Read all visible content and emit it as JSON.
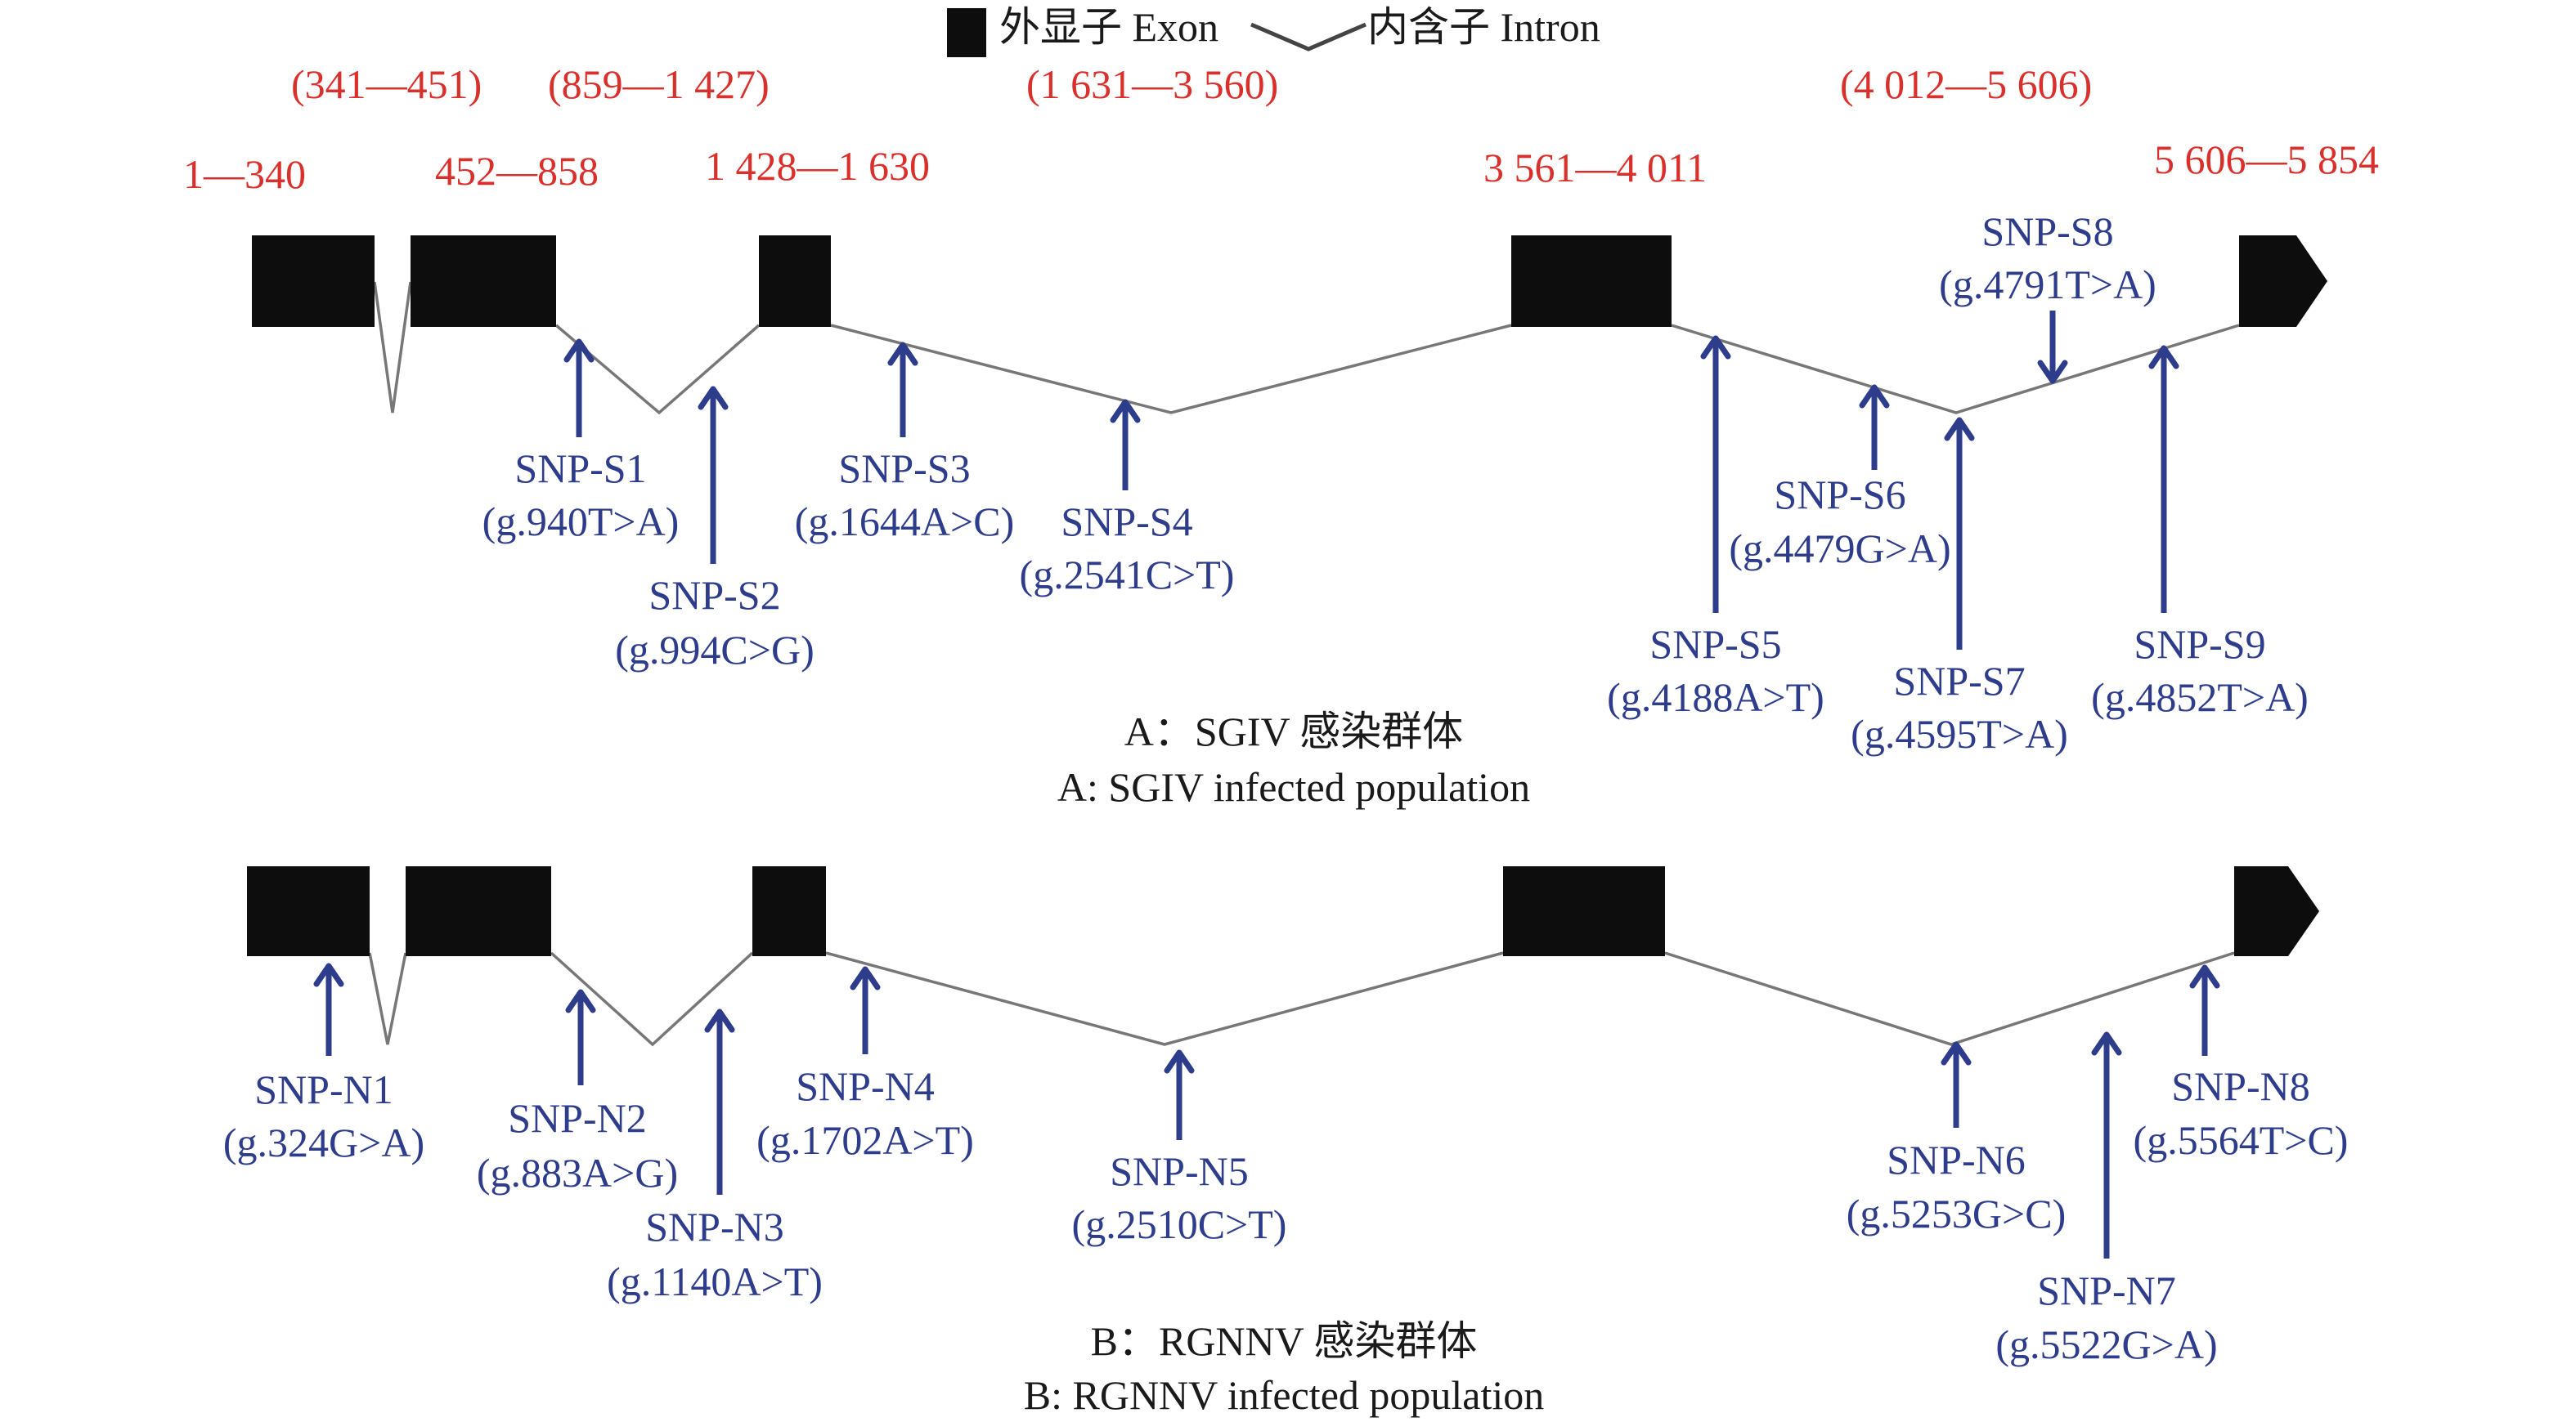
{
  "legend": {
    "exon_label": "外显子 Exon",
    "intron_label": "内含子 Intron"
  },
  "panel_a": {
    "caption_cn": "A：SGIV 感染群体",
    "caption_en": "A: SGIV infected population",
    "intron_ranges": [
      "(341—451)",
      "(859—1 427)",
      "(1 631—3 560)",
      "(4 012—5 606)"
    ],
    "exon_ranges": [
      "1—340",
      "452—858",
      "1 428—1 630",
      "3 561—4 011",
      "5 606—5 854"
    ],
    "snps": [
      {
        "name": "SNP-S1",
        "variant": "(g.940T>A)"
      },
      {
        "name": "SNP-S2",
        "variant": "(g.994C>G)"
      },
      {
        "name": "SNP-S3",
        "variant": "(g.1644A>C)"
      },
      {
        "name": "SNP-S4",
        "variant": "(g.2541C>T)"
      },
      {
        "name": "SNP-S5",
        "variant": "(g.4188A>T)"
      },
      {
        "name": "SNP-S6",
        "variant": "(g.4479G>A)"
      },
      {
        "name": "SNP-S7",
        "variant": "(g.4595T>A)"
      },
      {
        "name": "SNP-S8",
        "variant": "(g.4791T>A)"
      },
      {
        "name": "SNP-S9",
        "variant": "(g.4852T>A)"
      }
    ]
  },
  "panel_b": {
    "caption_cn": "B：RGNNV 感染群体",
    "caption_en": "B: RGNNV infected population",
    "snps": [
      {
        "name": "SNP-N1",
        "variant": "(g.324G>A)"
      },
      {
        "name": "SNP-N2",
        "variant": "(g.883A>G)"
      },
      {
        "name": "SNP-N3",
        "variant": "(g.1140A>T)"
      },
      {
        "name": "SNP-N4",
        "variant": "(g.1702A>T)"
      },
      {
        "name": "SNP-N5",
        "variant": "(g.2510C>T)"
      },
      {
        "name": "SNP-N6",
        "variant": "(g.5253G>C)"
      },
      {
        "name": "SNP-N7",
        "variant": "(g.5522G>A)"
      },
      {
        "name": "SNP-N8",
        "variant": "(g.5564T>C)"
      }
    ]
  },
  "colors": {
    "range_text": "#d9302c",
    "snp_text": "#2e3c8c",
    "exon_fill": "#0d0d0d",
    "intron_line": "#777777"
  }
}
